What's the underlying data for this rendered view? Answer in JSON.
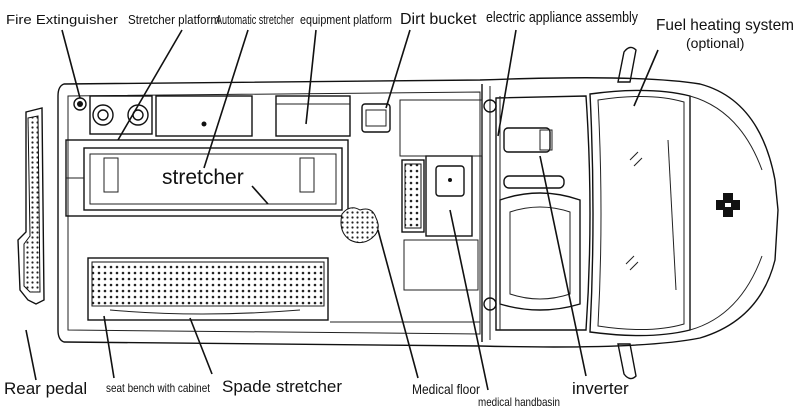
{
  "labels": {
    "fire_extinguisher": "Fire Extinguisher",
    "stretcher_platform": "Stretcher platform",
    "automatic_stretcher": "Automatic stretcher",
    "equipment_platform": "equipment platform",
    "dirt_bucket": "Dirt bucket",
    "electric_appliance_assembly": "electric appliance assembly",
    "fuel_heating_system": "Fuel heating system",
    "optional": "(optional)",
    "stretcher": "stretcher",
    "rear_pedal": "Rear pedal",
    "seat_bench_with_cabinet": "seat bench with cabinet",
    "spade_stretcher": "Spade stretcher",
    "medical_floor": "Medical floor",
    "medical_handbasin": "medical handbasin",
    "inverter": "inverter"
  }
}
